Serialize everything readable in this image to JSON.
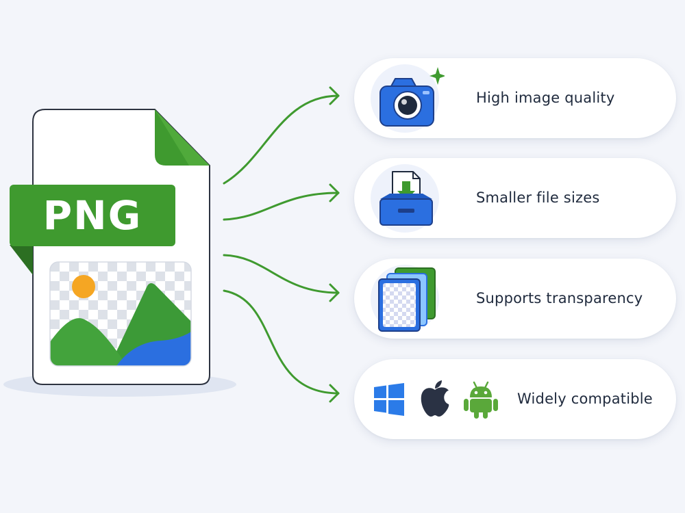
{
  "file_badge": {
    "label": "PNG"
  },
  "features": [
    {
      "label": "High image quality",
      "icon": "camera-icon"
    },
    {
      "label": "Smaller file sizes",
      "icon": "download-tray-icon"
    },
    {
      "label": "Supports transparency",
      "icon": "transparent-layers-icon"
    },
    {
      "label": "Widely compatible",
      "icons": [
        "windows-logo-icon",
        "apple-logo-icon",
        "android-logo-icon"
      ]
    }
  ],
  "colors": {
    "green": "#3f9a2f",
    "green_dark": "#2c6f22",
    "blue": "#2b6fe0",
    "sun": "#f5a623",
    "background": "#f3f5fa",
    "text": "#1f2a3d"
  }
}
